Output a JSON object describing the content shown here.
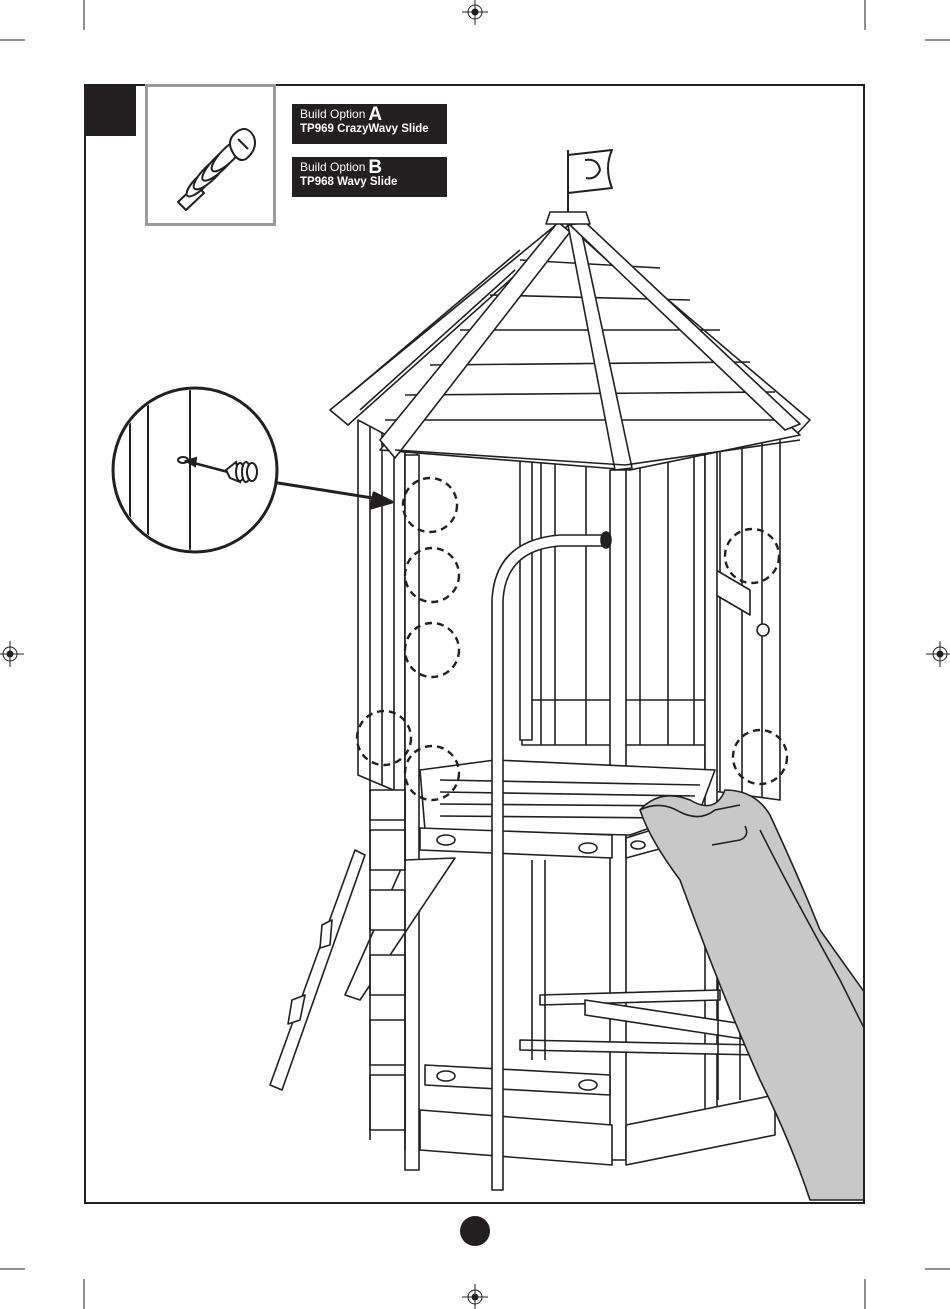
{
  "build_options": [
    {
      "prefix": "Build Option",
      "letter": "A",
      "product": "TP969 CrazyWavy Slide"
    },
    {
      "prefix": "Build Option",
      "letter": "B",
      "product": "TP968 Wavy Slide"
    }
  ],
  "icons": {
    "hardware": "screw-plug-icon",
    "registration": "registration-mark-icon",
    "callout": "magnified-detail-icon"
  },
  "colors": {
    "ink": "#231f20",
    "hardware_box_border": "#9a9a9a",
    "slide_fill": "#c8c8c8"
  }
}
